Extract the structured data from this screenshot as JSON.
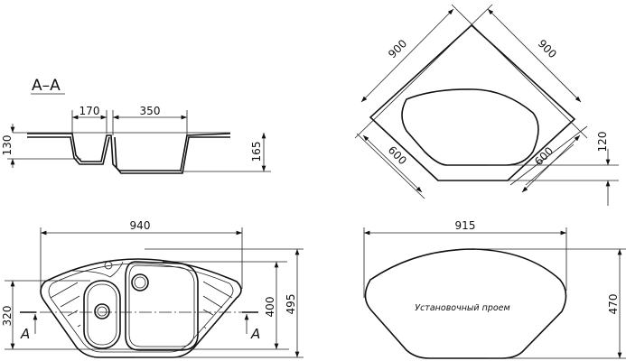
{
  "section": {
    "title": "A–A",
    "dims": {
      "small_bowl_width": "170",
      "large_bowl_width": "350",
      "small_depth": "130",
      "large_depth": "165"
    }
  },
  "plan": {
    "dims": {
      "width": "940",
      "left_height": "320",
      "bowl_height": "400",
      "total_height": "495"
    },
    "section_marks": [
      "A",
      "A"
    ]
  },
  "corner": {
    "dims": {
      "side_left": "900",
      "side_right": "900",
      "depth_left": "600",
      "depth_right": "600",
      "offset": "120"
    }
  },
  "cutout": {
    "dims": {
      "width": "915",
      "height": "470"
    },
    "label": "Установочный проем"
  }
}
